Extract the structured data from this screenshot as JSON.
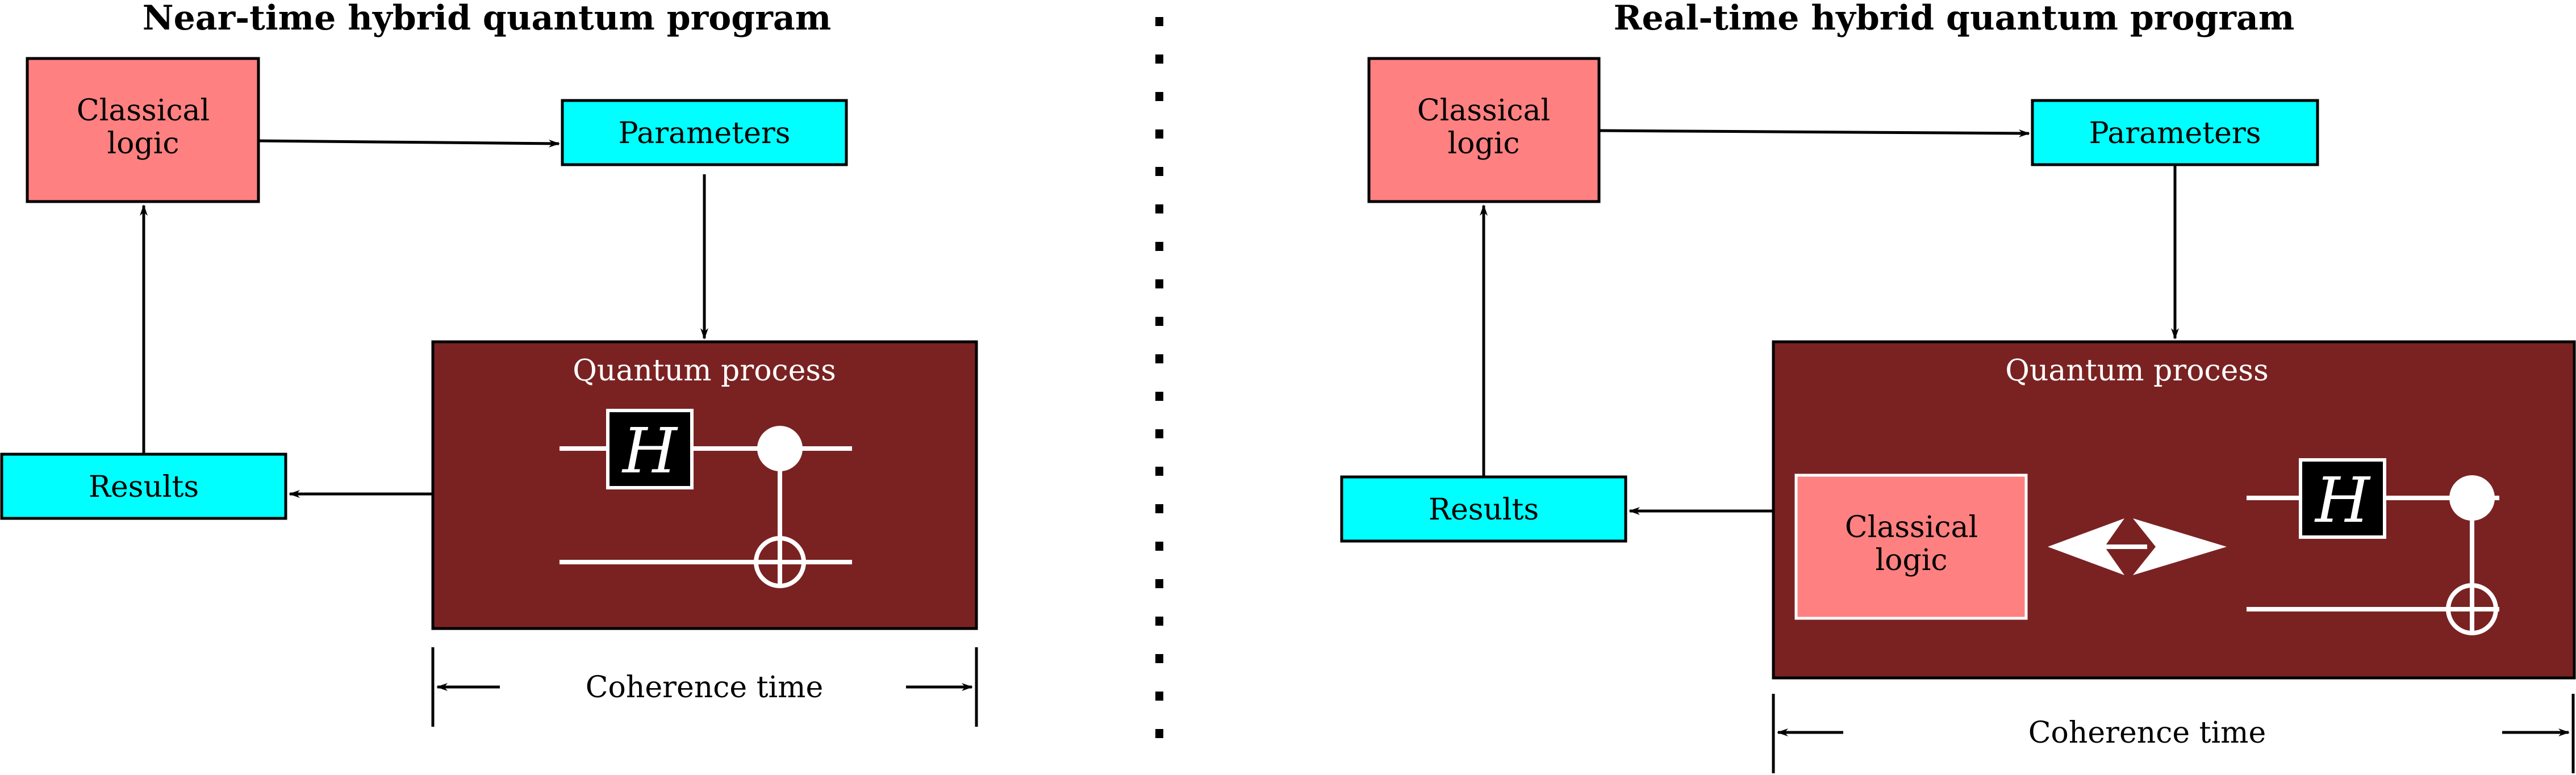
{
  "left_panel": {
    "title": "Near-time hybrid quantum program",
    "classical": [
      "Classical",
      "logic"
    ],
    "parameters": "Parameters",
    "quantum": "Quantum process",
    "results": "Results",
    "gate": "H",
    "coherence": "Coherence time"
  },
  "right_panel": {
    "title": "Real-time hybrid quantum program",
    "classical": [
      "Classical",
      "logic"
    ],
    "parameters": "Parameters",
    "quantum": "Quantum process",
    "results": "Results",
    "inner_classical": [
      "Classical",
      "logic"
    ],
    "gate": "H",
    "coherence": "Coherence time"
  },
  "colors": {
    "classical": "#ff8080",
    "parameters": "#00ffff",
    "quantum": "#7a2222"
  }
}
